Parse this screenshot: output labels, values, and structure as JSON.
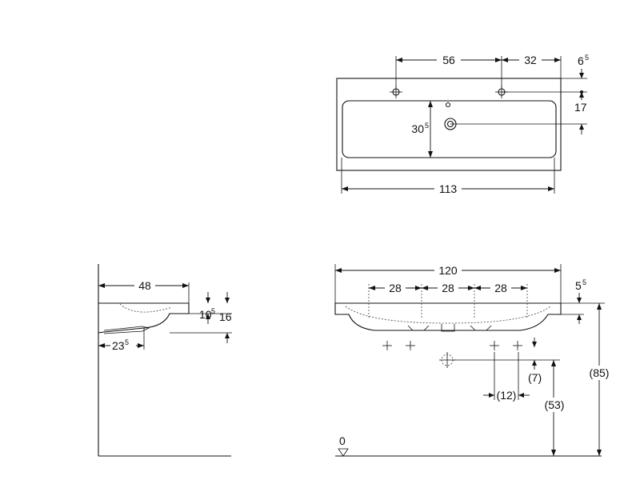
{
  "top_view": {
    "tap_spacing": "56",
    "tap_to_edge": "32",
    "edge_to_tap_main": "6",
    "edge_to_tap_sup": "5",
    "tap_to_overflow": "17",
    "bowl_depth_main": "30",
    "bowl_depth_sup": "5",
    "bowl_width": "113"
  },
  "side_view": {
    "depth": "48",
    "height_main": "10",
    "height_sup": "5",
    "total_height": "16",
    "drain_offset_main": "23",
    "drain_offset_sup": "5"
  },
  "front_view": {
    "width": "120",
    "spacing_1": "28",
    "spacing_2": "28",
    "spacing_3": "28",
    "rim_main": "5",
    "rim_sup": "5",
    "drain_height": "(7)",
    "drain_spacing": "(12)",
    "waste_height": "(53)",
    "mount_height": "(85)",
    "floor_level": "0"
  }
}
